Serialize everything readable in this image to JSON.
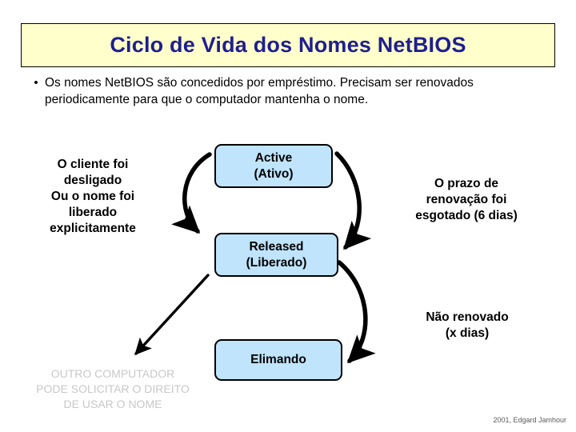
{
  "slide": {
    "title": "Ciclo de Vida dos Nomes NetBIOS",
    "bullet_marker": "•",
    "bullet_text": "Os nomes NetBIOS são concedidos por empréstimo. Precisam ser renovados periodicamente para que o computador mantenha o nome.",
    "copyright": "2001, Edgard Jamhour"
  },
  "diagram": {
    "states": [
      {
        "id": "active",
        "line1": "Active",
        "line2": "(Ativo)"
      },
      {
        "id": "released",
        "line1": "Released",
        "line2": "(Liberado)"
      },
      {
        "id": "elimando",
        "line1": "Elimando",
        "line2": ""
      }
    ],
    "labels": {
      "left": "O cliente foi desligado Ou o nome foi liberado explicitamente",
      "left_lines": [
        "O cliente foi",
        "desligado",
        "Ou o nome foi",
        "liberado",
        "explicitamente"
      ],
      "right_top_lines": [
        "O prazo de",
        "renovação foi",
        "esgotado (6 dias)"
      ],
      "right_bottom_lines": [
        "Não renovado",
        "(x dias)"
      ],
      "outro_lines": [
        "OUTRO COMPUTADOR",
        "PODE SOLICITAR O DIREITO",
        "DE USAR O NOME"
      ]
    },
    "transitions": [
      {
        "from": "active",
        "to": "released",
        "side": "left",
        "note": "O cliente foi desligado Ou o nome foi liberado explicitamente"
      },
      {
        "from": "active",
        "to": "released",
        "side": "right",
        "note": "O prazo de renovação foi esgotado (6 dias)"
      },
      {
        "from": "released",
        "to": "elimando",
        "side": "right",
        "note": "Não renovado (x dias)"
      },
      {
        "from": "released",
        "to": "outro",
        "side": "left",
        "note": "OUTRO COMPUTADOR PODE SOLICITAR O DIREITO DE USAR O NOME"
      }
    ]
  },
  "colors": {
    "title_background": "#ffffcc",
    "title_text": "#1f1f8f",
    "box_fill": "#bfe4fb",
    "box_border": "#000000",
    "arrow": "#000000",
    "muted_text": "#c8c8c8"
  }
}
